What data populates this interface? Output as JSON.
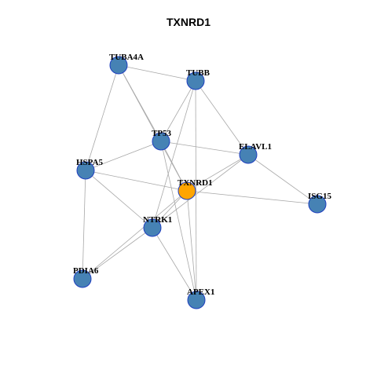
{
  "title": "TXNRD1",
  "colors": {
    "node_fill": "#4682b4",
    "focus_node_fill": "#ffa500",
    "node_stroke": "#1f3fbf",
    "edge": "#a8a8a8"
  },
  "nodes": [
    {
      "id": "TUBA4A",
      "label": "TUBA4A",
      "focus": false
    },
    {
      "id": "TUBB",
      "label": "TUBB",
      "focus": false
    },
    {
      "id": "TP53",
      "label": "TP53",
      "focus": false
    },
    {
      "id": "ELAVL1",
      "label": "ELAVL1",
      "focus": false
    },
    {
      "id": "HSPA5",
      "label": "HSPA5",
      "focus": false
    },
    {
      "id": "TXNRD1",
      "label": "TXNRD1",
      "focus": true
    },
    {
      "id": "ISG15",
      "label": "ISG15",
      "focus": false
    },
    {
      "id": "NTRK1",
      "label": "NTRK1",
      "focus": false
    },
    {
      "id": "PDIA6",
      "label": "PDIA6",
      "focus": false
    },
    {
      "id": "APEX1",
      "label": "APEX1",
      "focus": false
    }
  ],
  "edges": [
    [
      "TUBA4A",
      "TUBB"
    ],
    [
      "TUBA4A",
      "TP53"
    ],
    [
      "TUBA4A",
      "TXNRD1"
    ],
    [
      "TUBA4A",
      "HSPA5"
    ],
    [
      "TUBB",
      "TP53"
    ],
    [
      "TUBB",
      "NTRK1"
    ],
    [
      "TUBB",
      "APEX1"
    ],
    [
      "TUBB",
      "ELAVL1"
    ],
    [
      "TP53",
      "HSPA5"
    ],
    [
      "TP53",
      "ELAVL1"
    ],
    [
      "TP53",
      "TXNRD1"
    ],
    [
      "TP53",
      "APEX1"
    ],
    [
      "HSPA5",
      "TXNRD1"
    ],
    [
      "HSPA5",
      "NTRK1"
    ],
    [
      "HSPA5",
      "PDIA6"
    ],
    [
      "ELAVL1",
      "TXNRD1"
    ],
    [
      "ELAVL1",
      "NTRK1"
    ],
    [
      "ELAVL1",
      "ISG15"
    ],
    [
      "TXNRD1",
      "ISG15"
    ],
    [
      "TXNRD1",
      "NTRK1"
    ],
    [
      "TXNRD1",
      "PDIA6"
    ],
    [
      "TXNRD1",
      "APEX1"
    ],
    [
      "NTRK1",
      "PDIA6"
    ],
    [
      "NTRK1",
      "APEX1"
    ]
  ]
}
